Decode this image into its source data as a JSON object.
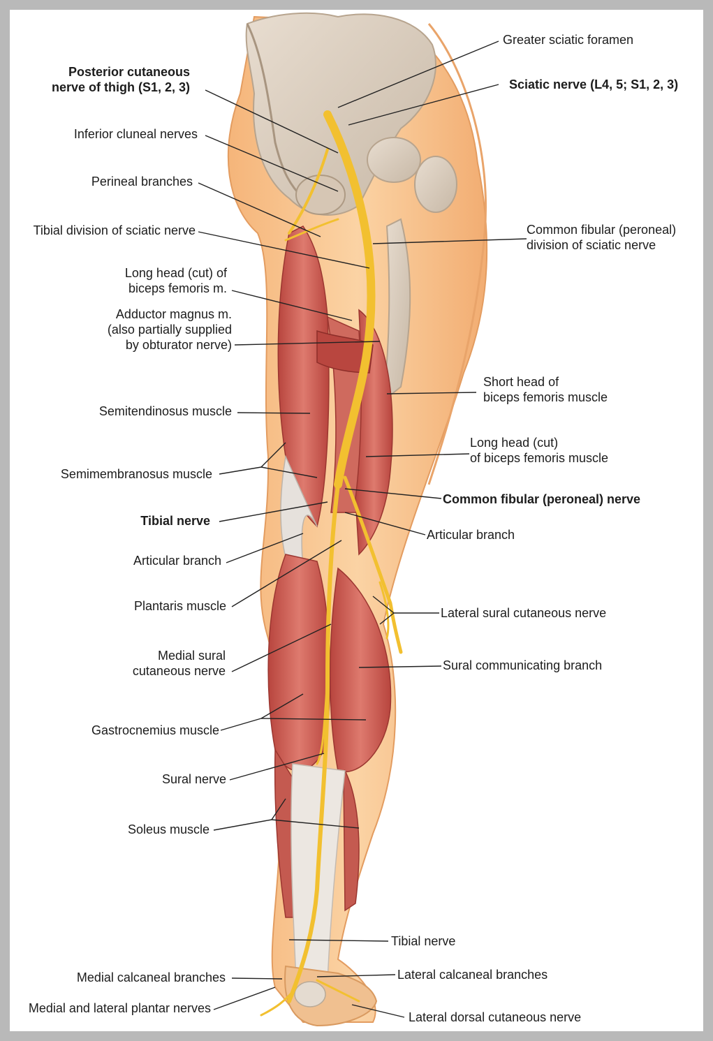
{
  "figure": {
    "labels": {
      "greater_sciatic_foramen": "Greater sciatic foramen",
      "sciatic_nerve": "Sciatic nerve (L4, 5; S1, 2, 3)",
      "posterior_cutaneous_line1": "Posterior cutaneous",
      "posterior_cutaneous_line2": "nerve of thigh (S1, 2, 3)",
      "inferior_cluneal": "Inferior cluneal nerves",
      "perineal_branches": "Perineal branches",
      "tibial_division": "Tibial division of sciatic nerve",
      "common_fibular_division_line1": "Common fibular (peroneal)",
      "common_fibular_division_line2": "division of sciatic nerve",
      "long_head_cut_biceps_line1": "Long head (cut) of",
      "long_head_cut_biceps_line2": "biceps femoris m.",
      "adductor_line1": "Adductor magnus m.",
      "adductor_line2": "(also partially supplied",
      "adductor_line3": "by obturator nerve)",
      "short_head_line1": "Short head of",
      "short_head_line2": "biceps femoris muscle",
      "semitendinosus": "Semitendinosus muscle",
      "long_head_biceps_line1": "Long head (cut)",
      "long_head_biceps_line2": "of biceps femoris muscle",
      "semimembranosus": "Semimembranosus muscle",
      "common_fibular_nerve": "Common fibular (peroneal) nerve",
      "tibial_nerve_knee": "Tibial nerve",
      "articular_branch_right": "Articular branch",
      "articular_branch_left": "Articular branch",
      "plantaris": "Plantaris muscle",
      "lateral_sural_cutaneous": "Lateral sural cutaneous nerve",
      "medial_sural_line1": "Medial sural",
      "medial_sural_line2": "cutaneous nerve",
      "sural_communicating": "Sural communicating branch",
      "gastrocnemius": "Gastrocnemius muscle",
      "sural_nerve": "Sural nerve",
      "soleus": "Soleus muscle",
      "tibial_nerve_ankle": "Tibial nerve",
      "medial_calcaneal": "Medial calcaneal branches",
      "lateral_calcaneal": "Lateral calcaneal branches",
      "plantar_nerves": "Medial and lateral plantar nerves",
      "lateral_dorsal_cutaneous": "Lateral dorsal cutaneous nerve"
    },
    "colors": {
      "skin": "#f7c490",
      "skin_edge": "#e8a06a",
      "muscle": "#c9524a",
      "muscle_light": "#e58a7c",
      "tendon": "#e6e1dc",
      "bone": "#d9cdbf",
      "nerve": "#f2c030",
      "leader": "#222222"
    }
  }
}
